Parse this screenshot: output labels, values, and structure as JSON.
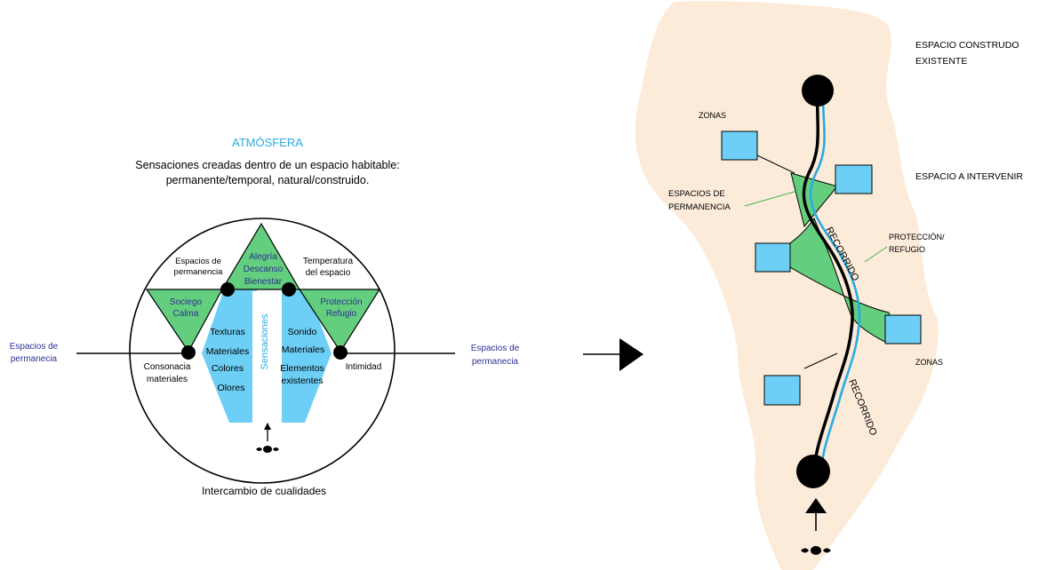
{
  "colors": {
    "accent_title": "#29ABE2",
    "navy_text": "#2E3192",
    "green_fill": "#63CE7E",
    "green_line": "#39B54A",
    "blue_fill": "#6DCFF6",
    "blue_path": "#29ABE2",
    "beige_area": "#FCEBD9",
    "ink": "#000000"
  },
  "left_diagram": {
    "title": "ATMÓSFERA",
    "subtitle_line1": "Sensaciones creadas dentro de un espacio habitable:",
    "subtitle_line2": "permanente/temporal, natural/construido.",
    "top_triangle": [
      "Alegría",
      "Descanso",
      "Bienestar"
    ],
    "left_triangle": [
      "Sociego",
      "Calma"
    ],
    "right_triangle": [
      "Protección",
      "Refugio"
    ],
    "node_top_left": [
      "Espacios de",
      "permanencia"
    ],
    "node_top_right": [
      "Temperatura",
      "del espacio"
    ],
    "node_left": [
      "Consonacia",
      "materiales"
    ],
    "node_right": "Intimidad",
    "left_panel": [
      "Texturas",
      "Materiales",
      "Colores",
      "Olores"
    ],
    "right_panel": [
      "Sonido",
      "Materiales",
      "Elementos",
      "existentes"
    ],
    "center_vertical": "Sensaciones",
    "outer_left": [
      "Espacios de",
      "permanecia"
    ],
    "outer_right": [
      "Espacios de",
      "permanecia"
    ],
    "caption": "Intercambio de cualidades",
    "eye_icon": "eye-icon"
  },
  "right_diagram": {
    "top_label": [
      "ESPACIO CONSTRUDO",
      "EXISTENTE"
    ],
    "intervene_label": "ESPACIO A INTERVENIR",
    "zonas_top": "ZONAS",
    "zonas_bottom": "ZONAS",
    "permanencia_label": [
      "ESPACIOS DE",
      "PERMANENCIA"
    ],
    "proteccion_label": [
      "PROTECCIÓN/",
      "REFUGIO"
    ],
    "recorrido_upper": "RECORRIDO",
    "recorrido_lower": "RECORRIDO",
    "eye_icon": "eye-icon"
  },
  "connector_arrow_icon": "arrow-right-icon"
}
